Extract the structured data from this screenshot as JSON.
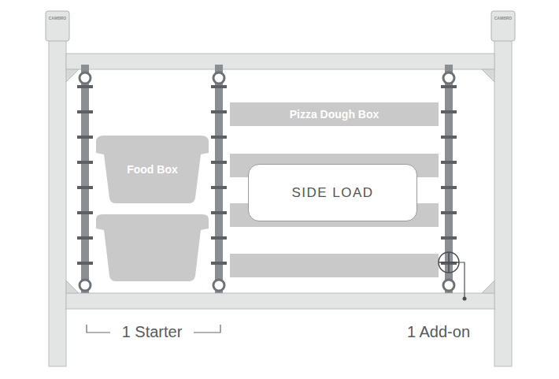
{
  "diagram": {
    "nodes": [
      {
        "text": [
          "Food Box"
        ]
      },
      {
        "text": [
          "Pizza Dough Box"
        ]
      },
      {
        "text": [
          "SIDE LOAD"
        ]
      }
    ],
    "labels": [
      "CAMBRO",
      "CAMBRO",
      "1 Starter",
      "1 Add-on"
    ]
  }
}
